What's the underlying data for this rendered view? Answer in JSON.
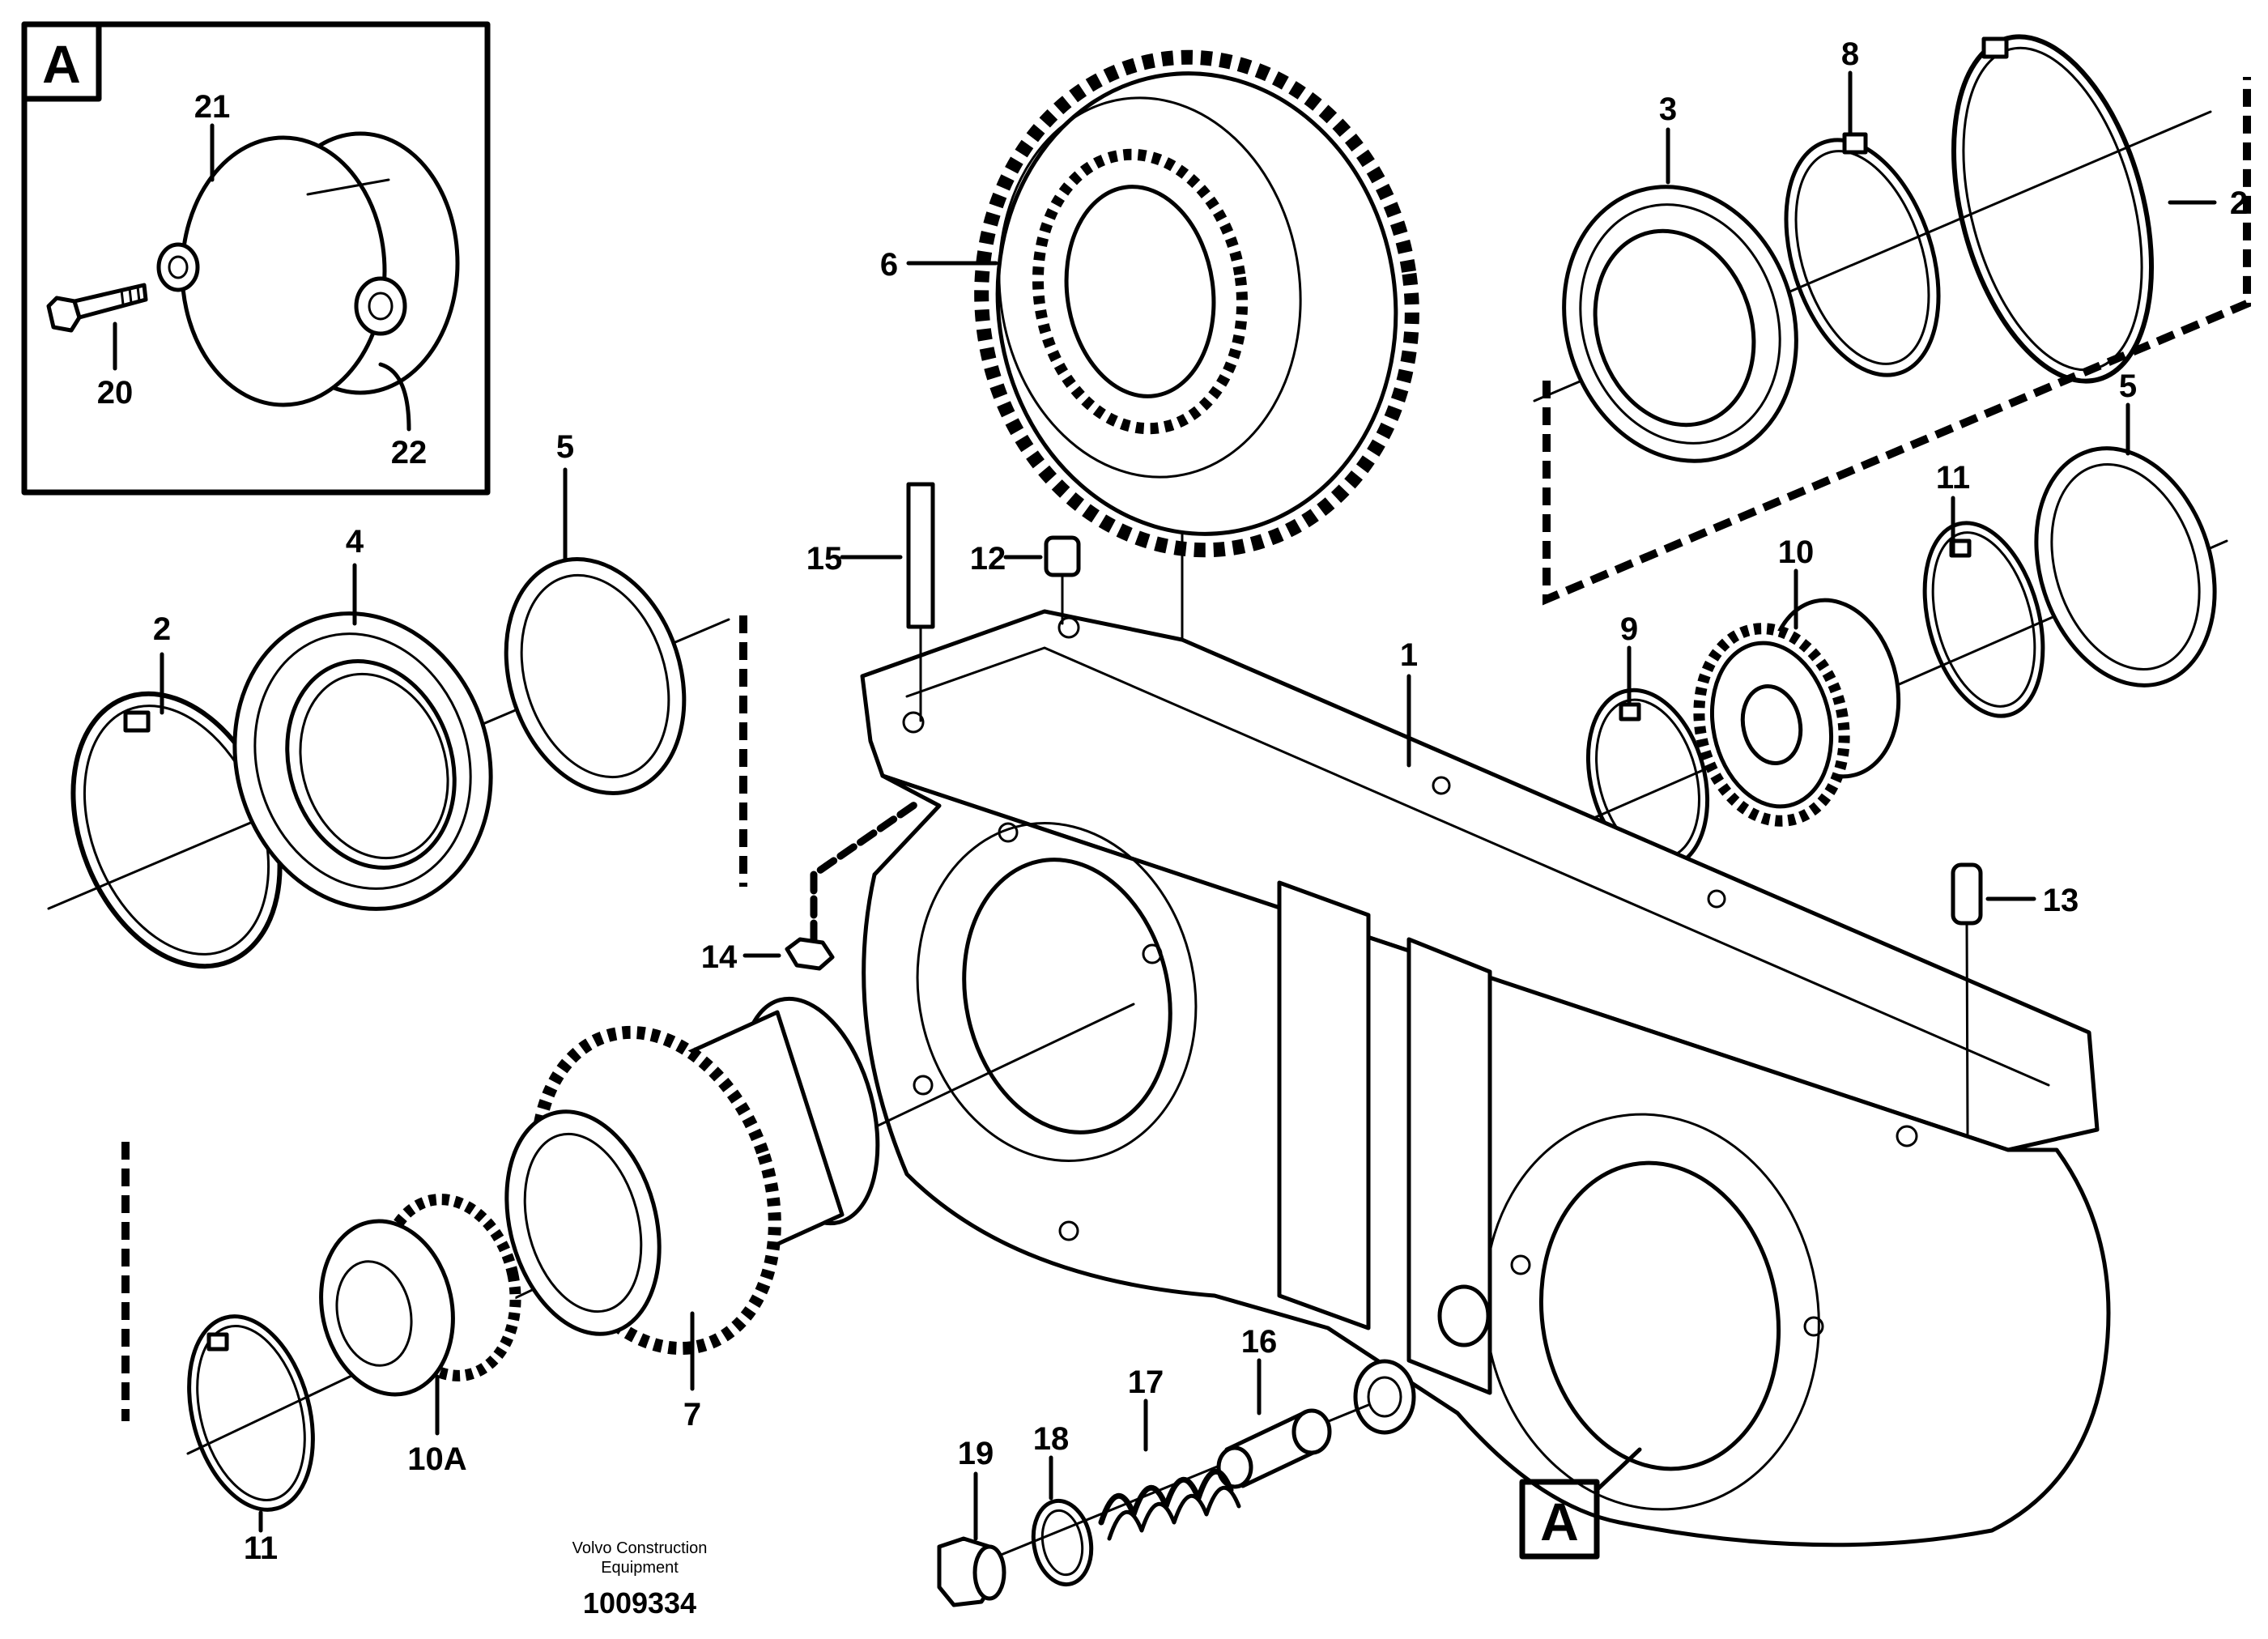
{
  "callouts": {
    "c1": "1",
    "c2_left": "2",
    "c2_right": "2",
    "c3": "3",
    "c4": "4",
    "c5_left": "5",
    "c5_right": "5",
    "c6": "6",
    "c7": "7",
    "c8": "8",
    "c9": "9",
    "c10": "10",
    "c10A": "10A",
    "c11_left": "11",
    "c11_right": "11",
    "c12": "12",
    "c13": "13",
    "c14": "14",
    "c15": "15",
    "c16": "16",
    "c17": "17",
    "c18": "18",
    "c19": "19",
    "c20": "20",
    "c21": "21",
    "c22": "22"
  },
  "inset": {
    "tag": "A"
  },
  "detail_tag": "A",
  "footer": {
    "credit_line1": "Volvo Construction",
    "credit_line2": "Equipment",
    "doc_number": "1009334"
  }
}
